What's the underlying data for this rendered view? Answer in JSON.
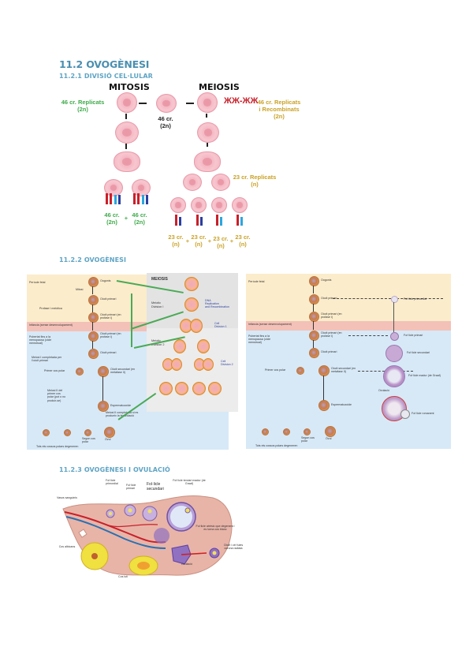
{
  "section": {
    "title": "11.2 OVOGÈNESI",
    "sub1": "11.2.1 DIVISIÓ CEL·LULAR",
    "sub2": "11.2.2 OVOGÈNESI",
    "sub3": "11.2.3 OVOGÈNESI I OVULACIÓ"
  },
  "division_figure": {
    "mitosis_title": "MITOSIS",
    "meiosis_title": "MEIOSIS",
    "mitosis_label_line1": "46 cr. Replicats",
    "mitosis_label_line2": "(2n)",
    "center_label_line1": "46 cr.",
    "center_label_line2": "(2n)",
    "meiosis_label_line1": "46 cr. Replicats",
    "meiosis_label_line2": "i Recombinats",
    "meiosis_label_line3": "(2n)",
    "meiosis_mid_label_line1": "23 cr. Replicats",
    "meiosis_mid_label_line2": "(n)",
    "mitosis_results": [
      {
        "line1": "46 cr.",
        "line2": "(2n)"
      },
      {
        "line1": "46 cr.",
        "line2": "(2n)"
      }
    ],
    "meiosis_results": [
      {
        "line1": "23 cr.",
        "line2": "(n)"
      },
      {
        "line1": "23 cr.",
        "line2": "(n)"
      },
      {
        "line1": "23 cr.",
        "line2": "(n)"
      },
      {
        "line1": "23 cr.",
        "line2": "(n)"
      }
    ],
    "plus": "+",
    "colors": {
      "green": "#3eaa4a",
      "gold": "#c9a227",
      "red_chromosome": "#c8202a",
      "blue_chromosome": "#2a3fa0",
      "cyan_chromosome": "#2aa7e0"
    }
  },
  "oogenesis_left": {
    "stages": [
      "Període fetal",
      "Infància (sense desenvolupament)",
      "Pubertat fins a la menopausa (cicle menstrual)"
    ],
    "cells": [
      "Oogonis",
      "Oòcit primari",
      "Oòcit primari (en profase I)",
      "Oòcit primari (en profase I)",
      "Oòcit primari",
      "Primer cos polar",
      "Oòcit secundari (en metafase II)",
      "Espermatozoide",
      "Òvul"
    ],
    "processes": [
      "Mitosi",
      "Profase I meiòtica",
      "Meiosi I completada per l'oòcit primari",
      "Meiosi II del primer cos polar (pot o no produir-se)",
      "Meiosi II completada si es produeix la fecundació",
      "Segon cos polar"
    ],
    "footer": "Tots els cossos polars degeneren"
  },
  "meiosis_panel": {
    "title": "MEIOSIS",
    "division1": "Meiotic Division I",
    "division2": "Meiotic Division 2",
    "dna_line1": "DNA",
    "dna_line2": "Replication",
    "dna_line3": "and Recombination",
    "cell_div1_line1": "Cell",
    "cell_div1_line2": "Division 1",
    "cell_div2_line1": "Cell",
    "cell_div2_line2": "Division 2"
  },
  "oogenesis_right": {
    "stages": [
      "Període fetal",
      "Infància (sense desenvolupament)",
      "Pubertat fins a la menopausa (cicle menstrual)"
    ],
    "cells": [
      "Oogonis",
      "Oòcit primari",
      "Oòcit primari (en profase I)",
      "Oòcit primari (en profase I)",
      "Oòcit primari",
      "Primer cos polar",
      "Oòcit secundari (en metafase II)",
      "Espermatozoide",
      "Òvul",
      "Segon cos polar"
    ],
    "follicles": [
      "Fol·licle primordial",
      "Fol·licle primari",
      "Fol·licle secundari",
      "Fol·licle madur (de Graaf)",
      "Ovulació",
      "Fol·licle romanent"
    ],
    "footer": "Tots els cossos polars degeneren"
  },
  "ovary_figure": {
    "labels": {
      "primordial": "Fol·licle primordial",
      "primary": "Fol·licle primari",
      "secondary": "Fol·licle secundari",
      "mature": "Fol·licle terciari madur (de Graaf)",
      "vessels": "Vasos sanguinis",
      "atretic": "Fol·licle atrèsic que degenera i es torna cos blanc",
      "albicans": "Cos albicans",
      "luteum": "Cos luti",
      "ovulation": "Ovulació",
      "oocyte": "Oòcit i cèl·lules corona radiata"
    }
  }
}
